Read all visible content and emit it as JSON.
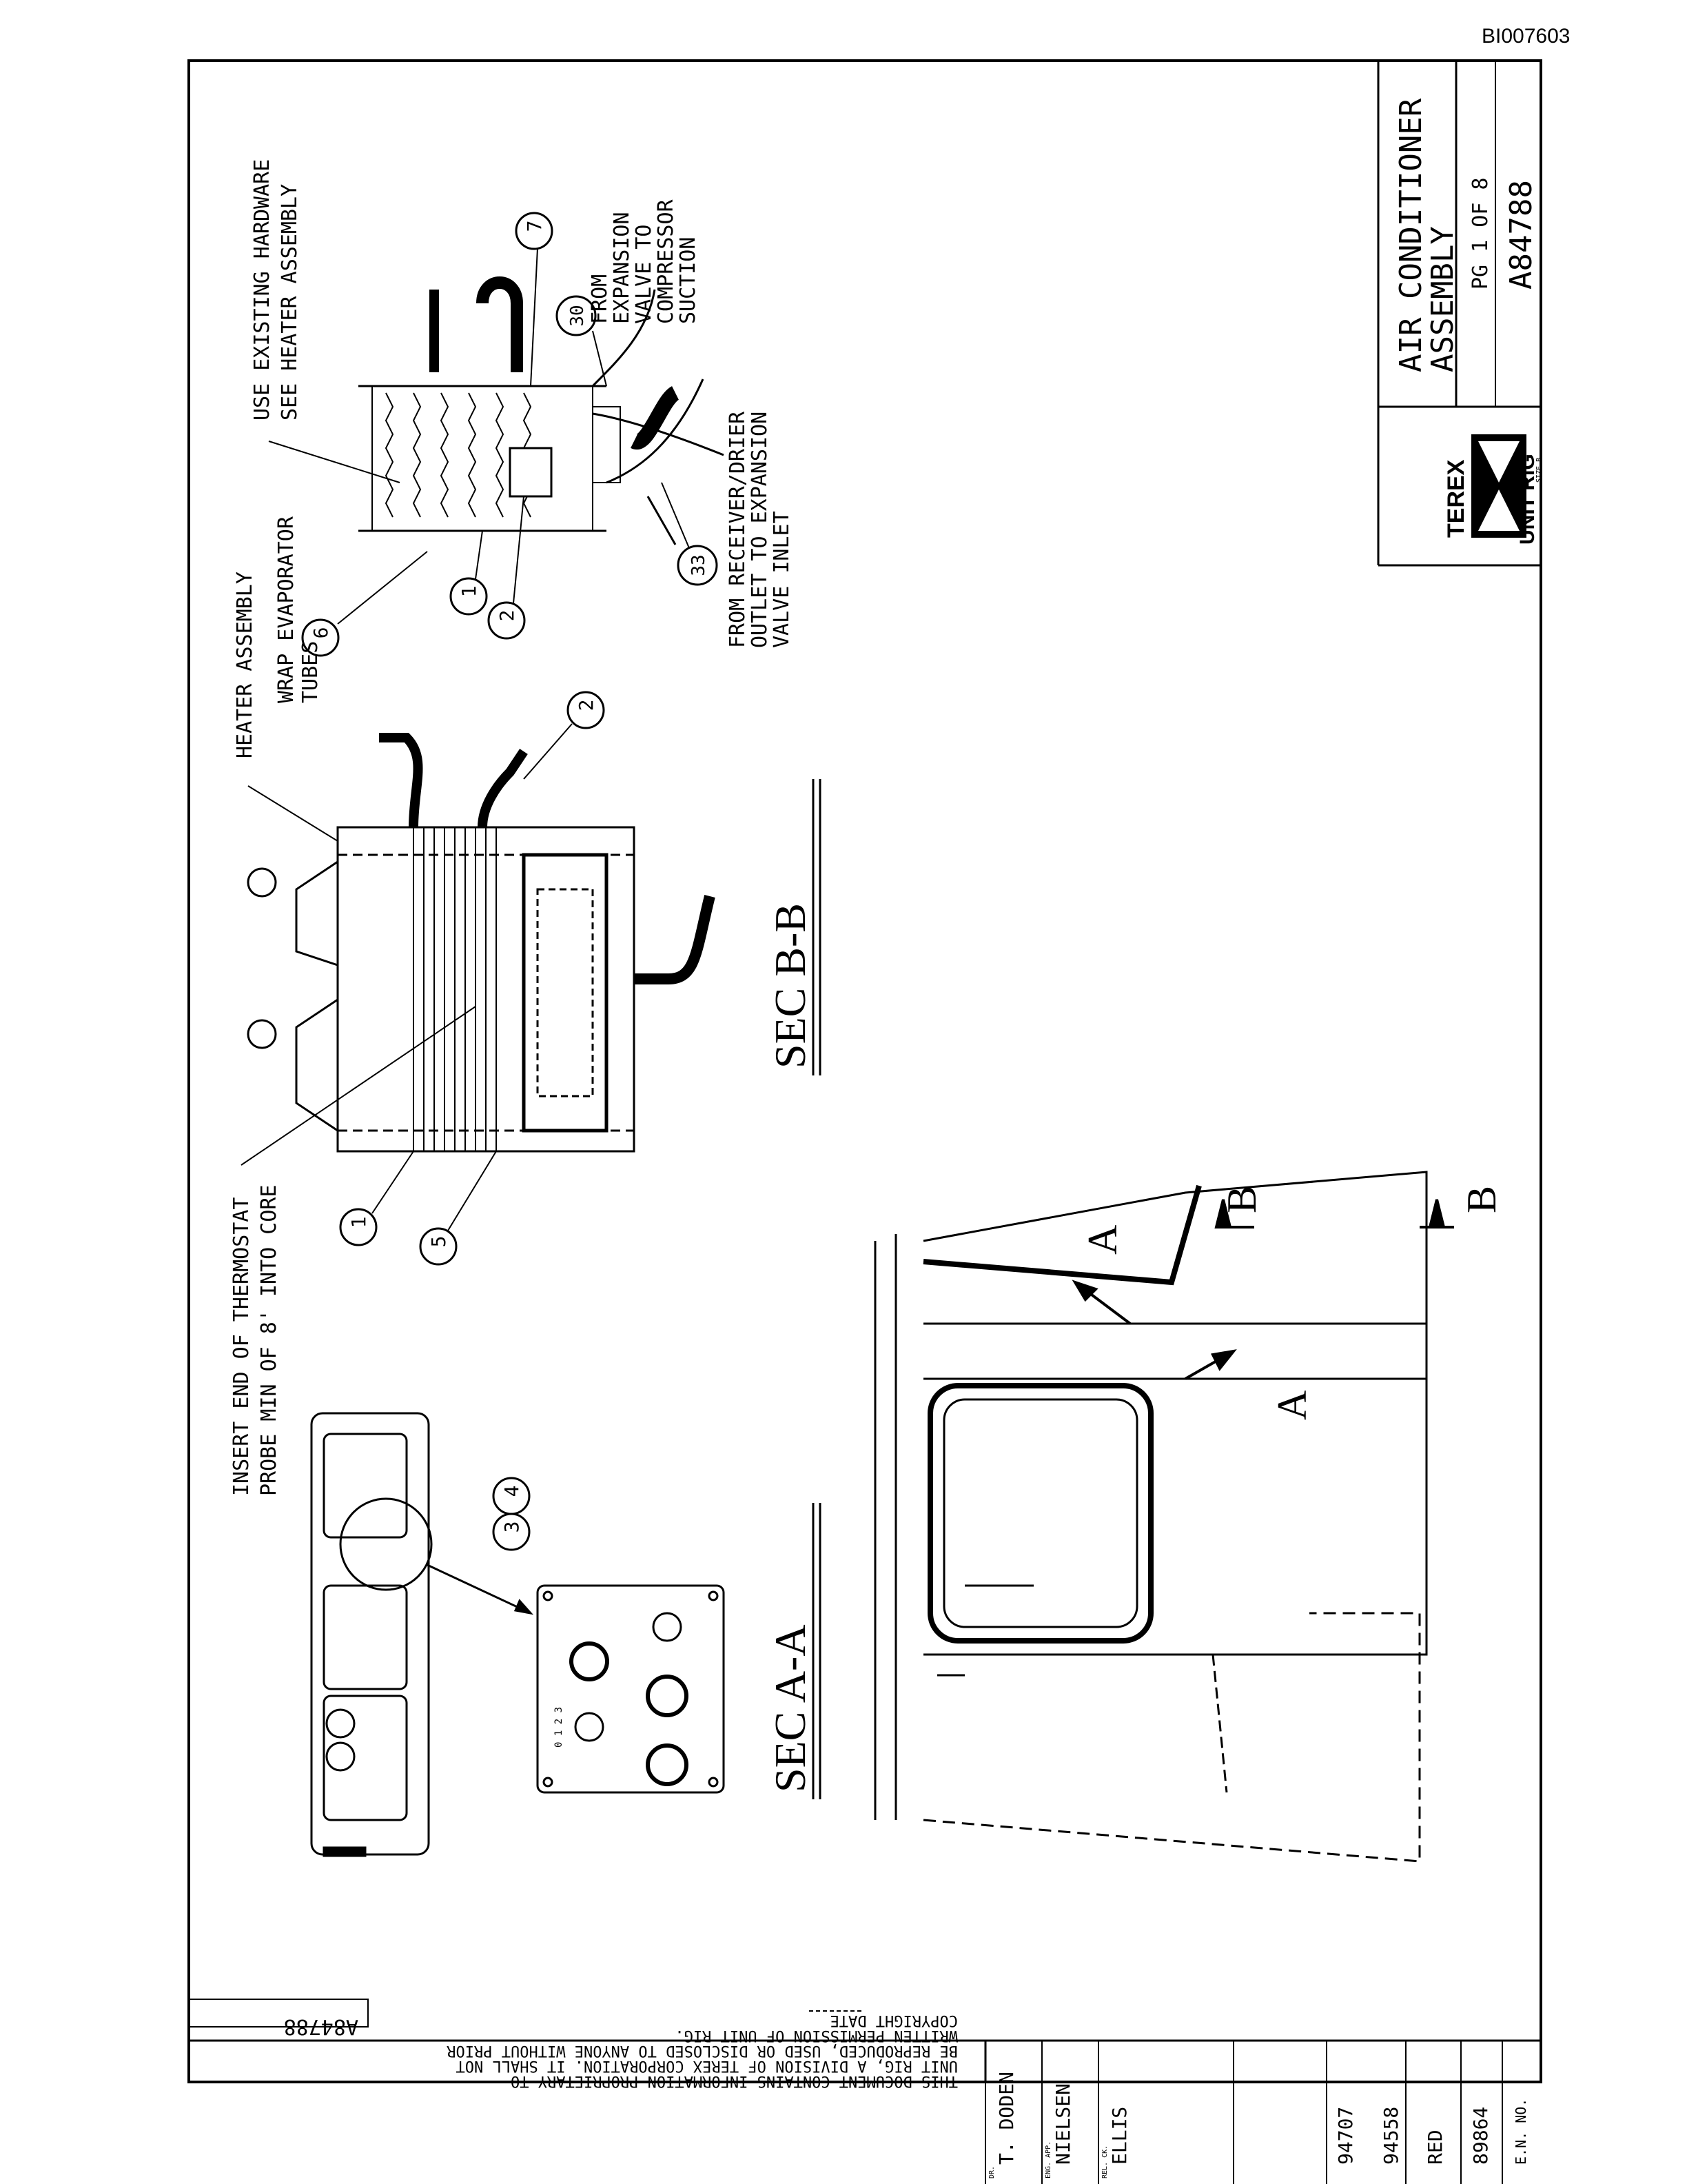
{
  "doc_id": "BI007603",
  "title_block": {
    "title_line1": "AIR CONDITIONER",
    "title_line2": "ASSEMBLY",
    "page": "PG 1 OF 8",
    "drawing_number": "A84788",
    "brand_top": "TEREX",
    "brand_bottom": "UNIT RIG",
    "size_label": "SIZE B"
  },
  "notes": {
    "hardware_line1": "USE EXISTING HARDWARE",
    "hardware_line2": "SEE HEATER ASSEMBLY",
    "expansion_line1": "FROM",
    "expansion_line2": "EXPANSION",
    "expansion_line3": "VALVE TO",
    "expansion_line4": "COMPRESSOR",
    "expansion_line5": "SUCTION",
    "receiver_line1": "FROM RECEIVER/DRIER",
    "receiver_line2": "OUTLET TO EXPANSION",
    "receiver_line3": "VALVE INLET",
    "heater_assembly": "HEATER ASSEMBLY",
    "wrap_line1": "WRAP EVAPORATOR",
    "wrap_line2": "TUBES",
    "thermostat_line1": "INSERT END OF THERMOSTAT",
    "thermostat_line2": "PROBE MIN OF 8' INTO CORE"
  },
  "sections": {
    "section_bb": "SEC B-B",
    "section_aa": "SEC A-A",
    "cut_letter_a": "A",
    "cut_letter_b": "B"
  },
  "balloons": {
    "b1": "1",
    "b2": "2",
    "b3": "3",
    "b4": "4",
    "b5": "5",
    "b6": "6",
    "b7": "7",
    "b30": "30",
    "b33": "33"
  },
  "proprietary": {
    "line1": "THIS DOCUMENT CONTAINS INFORMATION PROPRIETARY TO",
    "line2": "UNIT RIG, A DIVISION OF TEREX CORPORATION. IT SHALL NOT",
    "line3": "BE REPRODUCED, USED OR DISCLOSED TO ANYONE WITHOUT PRIOR",
    "line4": "WRITTEN PERMISSION OF UNIT RIG.",
    "line5": "COPYRIGHT DATE",
    "drawing_number": "A84788"
  },
  "revision_block": {
    "drawn_by": "T. DODEN",
    "approved_by": "NIELSEN",
    "checked_by": "ELLIS",
    "rev_1": "94707",
    "rev_2": "94558",
    "rev_3": "RED",
    "rev_4": "89864",
    "en_label": "E.N. NO.",
    "dr_label": "DR.",
    "eng_label": "ENG. APP.",
    "chk_label": "REL. CK."
  },
  "panel_marks": {
    "scale": "0 1 2 3"
  }
}
